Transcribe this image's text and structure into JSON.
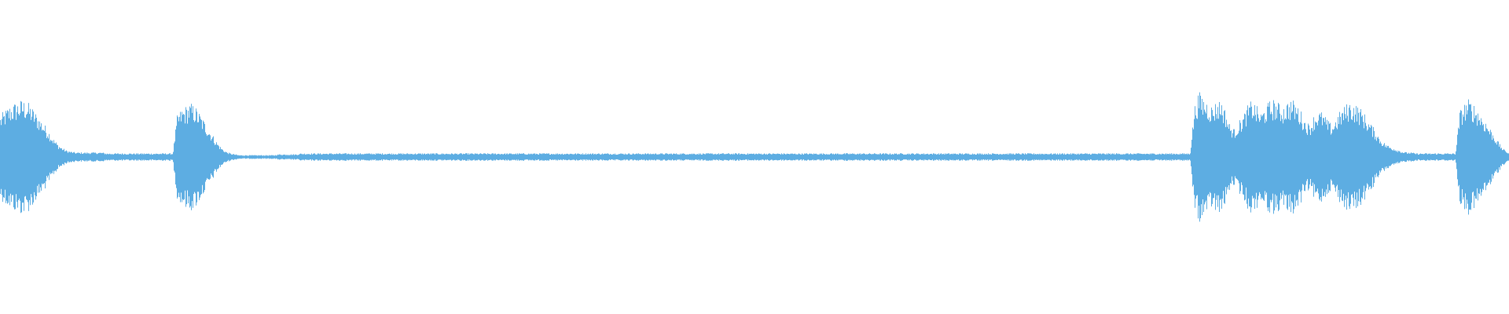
{
  "waveform": {
    "color": "#5DADE2",
    "envelope_samples": [
      0.45,
      0.5,
      0.55,
      0.58,
      0.6,
      0.62,
      0.6,
      0.55,
      0.48,
      0.42,
      0.35,
      0.28,
      0.2,
      0.14,
      0.1,
      0.07,
      0.06,
      0.05,
      0.05,
      0.05,
      0.05,
      0.05,
      0.05,
      0.05,
      0.04,
      0.04,
      0.04,
      0.04,
      0.04,
      0.04,
      0.04,
      0.04,
      0.04,
      0.04,
      0.04,
      0.04,
      0.04,
      0.04,
      0.04,
      0.04,
      0.45,
      0.52,
      0.55,
      0.58,
      0.55,
      0.48,
      0.4,
      0.32,
      0.24,
      0.16,
      0.1,
      0.06,
      0.04,
      0.03,
      0.02,
      0.02,
      0.02,
      0.02,
      0.02,
      0.02,
      0.02,
      0.02,
      0.02,
      0.03,
      0.03,
      0.03,
      0.03,
      0.03,
      0.04,
      0.04,
      0.04,
      0.04,
      0.04,
      0.04,
      0.04,
      0.04,
      0.04,
      0.04,
      0.04,
      0.04,
      0.04,
      0.04,
      0.04,
      0.04,
      0.04,
      0.04,
      0.04,
      0.04,
      0.04,
      0.04,
      0.04,
      0.04,
      0.04,
      0.04,
      0.04,
      0.04,
      0.04,
      0.04,
      0.04,
      0.04,
      0.04,
      0.04,
      0.04,
      0.04,
      0.04,
      0.04,
      0.04,
      0.04,
      0.04,
      0.04,
      0.04,
      0.04,
      0.04,
      0.04,
      0.04,
      0.04,
      0.04,
      0.04,
      0.04,
      0.04,
      0.04,
      0.04,
      0.04,
      0.04,
      0.04,
      0.04,
      0.04,
      0.04,
      0.04,
      0.04,
      0.04,
      0.04,
      0.04,
      0.04,
      0.04,
      0.04,
      0.04,
      0.04,
      0.04,
      0.04,
      0.04,
      0.04,
      0.04,
      0.04,
      0.04,
      0.04,
      0.04,
      0.04,
      0.04,
      0.04,
      0.04,
      0.04,
      0.04,
      0.04,
      0.04,
      0.04,
      0.04,
      0.04,
      0.04,
      0.04,
      0.04,
      0.04,
      0.04,
      0.04,
      0.04,
      0.04,
      0.04,
      0.04,
      0.04,
      0.04,
      0.04,
      0.04,
      0.04,
      0.04,
      0.04,
      0.04,
      0.04,
      0.04,
      0.04,
      0.04,
      0.04,
      0.04,
      0.04,
      0.04,
      0.04,
      0.04,
      0.04,
      0.04,
      0.04,
      0.04,
      0.04,
      0.04,
      0.04,
      0.04,
      0.04,
      0.04,
      0.04,
      0.04,
      0.04,
      0.04,
      0.04,
      0.04,
      0.04,
      0.04,
      0.04,
      0.04,
      0.04,
      0.04,
      0.04,
      0.04,
      0.04,
      0.04,
      0.04,
      0.04,
      0.04,
      0.04,
      0.04,
      0.04,
      0.04,
      0.04,
      0.04,
      0.04,
      0.04,
      0.04,
      0.04,
      0.04,
      0.04,
      0.04,
      0.04,
      0.04,
      0.04,
      0.04,
      0.04,
      0.04,
      0.04,
      0.04,
      0.04,
      0.04,
      0.04,
      0.04,
      0.04,
      0.04,
      0.04,
      0.04,
      0.04,
      0.04,
      0.04,
      0.04,
      0.04,
      0.04,
      0.04,
      0.04,
      0.04,
      0.04,
      0.04,
      0.04,
      0.04,
      0.04,
      0.04,
      0.04,
      0.04,
      0.04,
      0.04,
      0.04,
      0.04,
      0.04,
      0.04,
      0.04,
      0.04,
      0.04,
      0.55,
      0.7,
      0.65,
      0.6,
      0.55,
      0.6,
      0.62,
      0.5,
      0.35,
      0.3,
      0.38,
      0.45,
      0.55,
      0.62,
      0.55,
      0.48,
      0.55,
      0.6,
      0.62,
      0.58,
      0.55,
      0.6,
      0.62,
      0.58,
      0.5,
      0.4,
      0.35,
      0.45,
      0.5,
      0.48,
      0.4,
      0.35,
      0.42,
      0.5,
      0.55,
      0.6,
      0.58,
      0.55,
      0.5,
      0.42,
      0.35,
      0.28,
      0.2,
      0.15,
      0.12,
      0.1,
      0.08,
      0.06,
      0.05,
      0.05,
      0.04,
      0.04,
      0.04,
      0.04,
      0.04,
      0.04,
      0.04,
      0.04,
      0.04,
      0.04,
      0.5,
      0.58,
      0.62,
      0.58,
      0.52,
      0.45,
      0.38,
      0.3,
      0.22,
      0.14,
      0.08,
      0.05
    ]
  }
}
